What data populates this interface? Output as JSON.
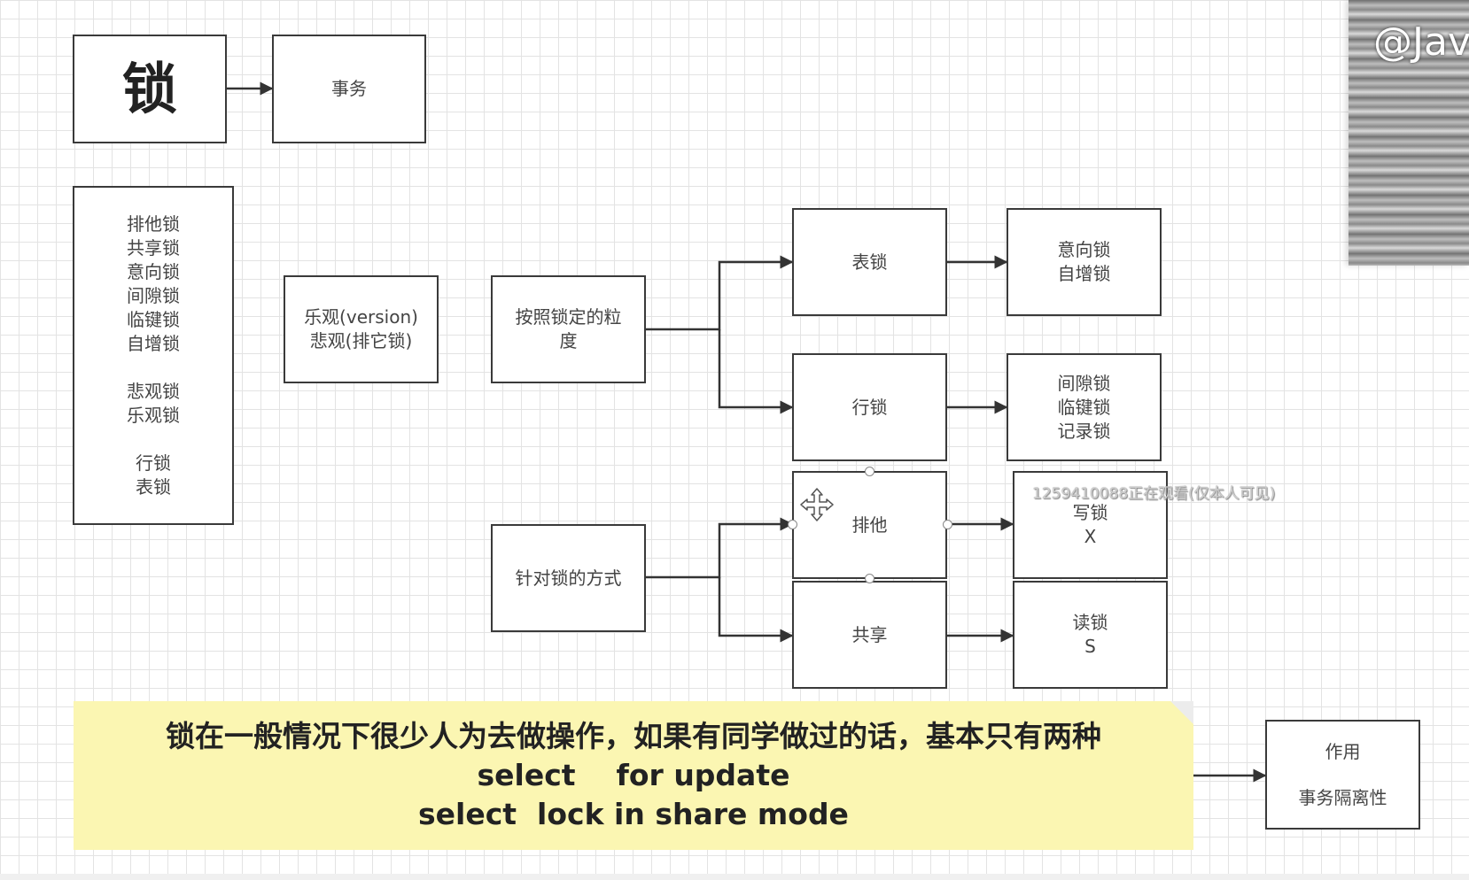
{
  "nodes": {
    "lock": "锁",
    "transaction": "事务",
    "lock_types": "排他锁\n共享锁\n意向锁\n间隙锁\n临键锁\n自增锁\n\n悲观锁\n乐观锁\n\n行锁\n表锁",
    "optimistic_pessimistic": "乐观(version)\n悲观(排它锁)",
    "by_granularity": "按照锁定的粒\n度",
    "table_lock": "表锁",
    "table_lock_kinds": "意向锁\n自增锁",
    "row_lock": "行锁",
    "row_lock_kinds": "间隙锁\n临键锁\n记录锁",
    "by_mode": "针对锁的方式",
    "exclusive": "排他",
    "write_lock": "写锁\nX",
    "shared": "共享",
    "read_lock": "读锁\nS",
    "effect": "作用\n\n事务隔离性"
  },
  "note": {
    "line1": "锁在一般情况下很少人为去做操作，如果有同学做过的话，基本只有两种",
    "line2": "select    for update",
    "line3": "select  lock in share mode"
  },
  "overlay": {
    "watermark": "1259410088正在观看(仅本人可见)",
    "video_badge": "@Jav"
  },
  "colors": {
    "stroke": "#3a3a3a",
    "note_fill": "#fbf6b2",
    "grid": "#e3e3e3"
  },
  "icons": {
    "move": "move-arrows-icon"
  }
}
